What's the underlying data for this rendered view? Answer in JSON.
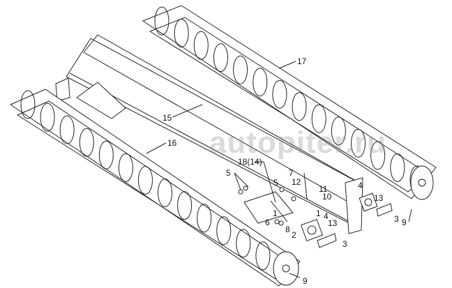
{
  "watermark": "autopiter.ru",
  "callouts": [
    {
      "id": "17",
      "text": "17"
    },
    {
      "id": "15",
      "text": "15"
    },
    {
      "id": "16",
      "text": "16"
    },
    {
      "id": "18",
      "text": "18(14)"
    },
    {
      "id": "5a",
      "text": "5"
    },
    {
      "id": "5b",
      "text": "5"
    },
    {
      "id": "7",
      "text": "7"
    },
    {
      "id": "12",
      "text": "12"
    },
    {
      "id": "11",
      "text": "11"
    },
    {
      "id": "10",
      "text": "10"
    },
    {
      "id": "4a",
      "text": "4"
    },
    {
      "id": "13a",
      "text": "13"
    },
    {
      "id": "1a",
      "text": "1"
    },
    {
      "id": "1b",
      "text": "1"
    },
    {
      "id": "4b",
      "text": "4"
    },
    {
      "id": "6",
      "text": "6"
    },
    {
      "id": "8",
      "text": "8"
    },
    {
      "id": "2",
      "text": "2"
    },
    {
      "id": "13b",
      "text": "13"
    },
    {
      "id": "3a",
      "text": "3"
    },
    {
      "id": "3b",
      "text": "3"
    },
    {
      "id": "9a",
      "text": "9"
    },
    {
      "id": "9b",
      "text": "9"
    }
  ]
}
